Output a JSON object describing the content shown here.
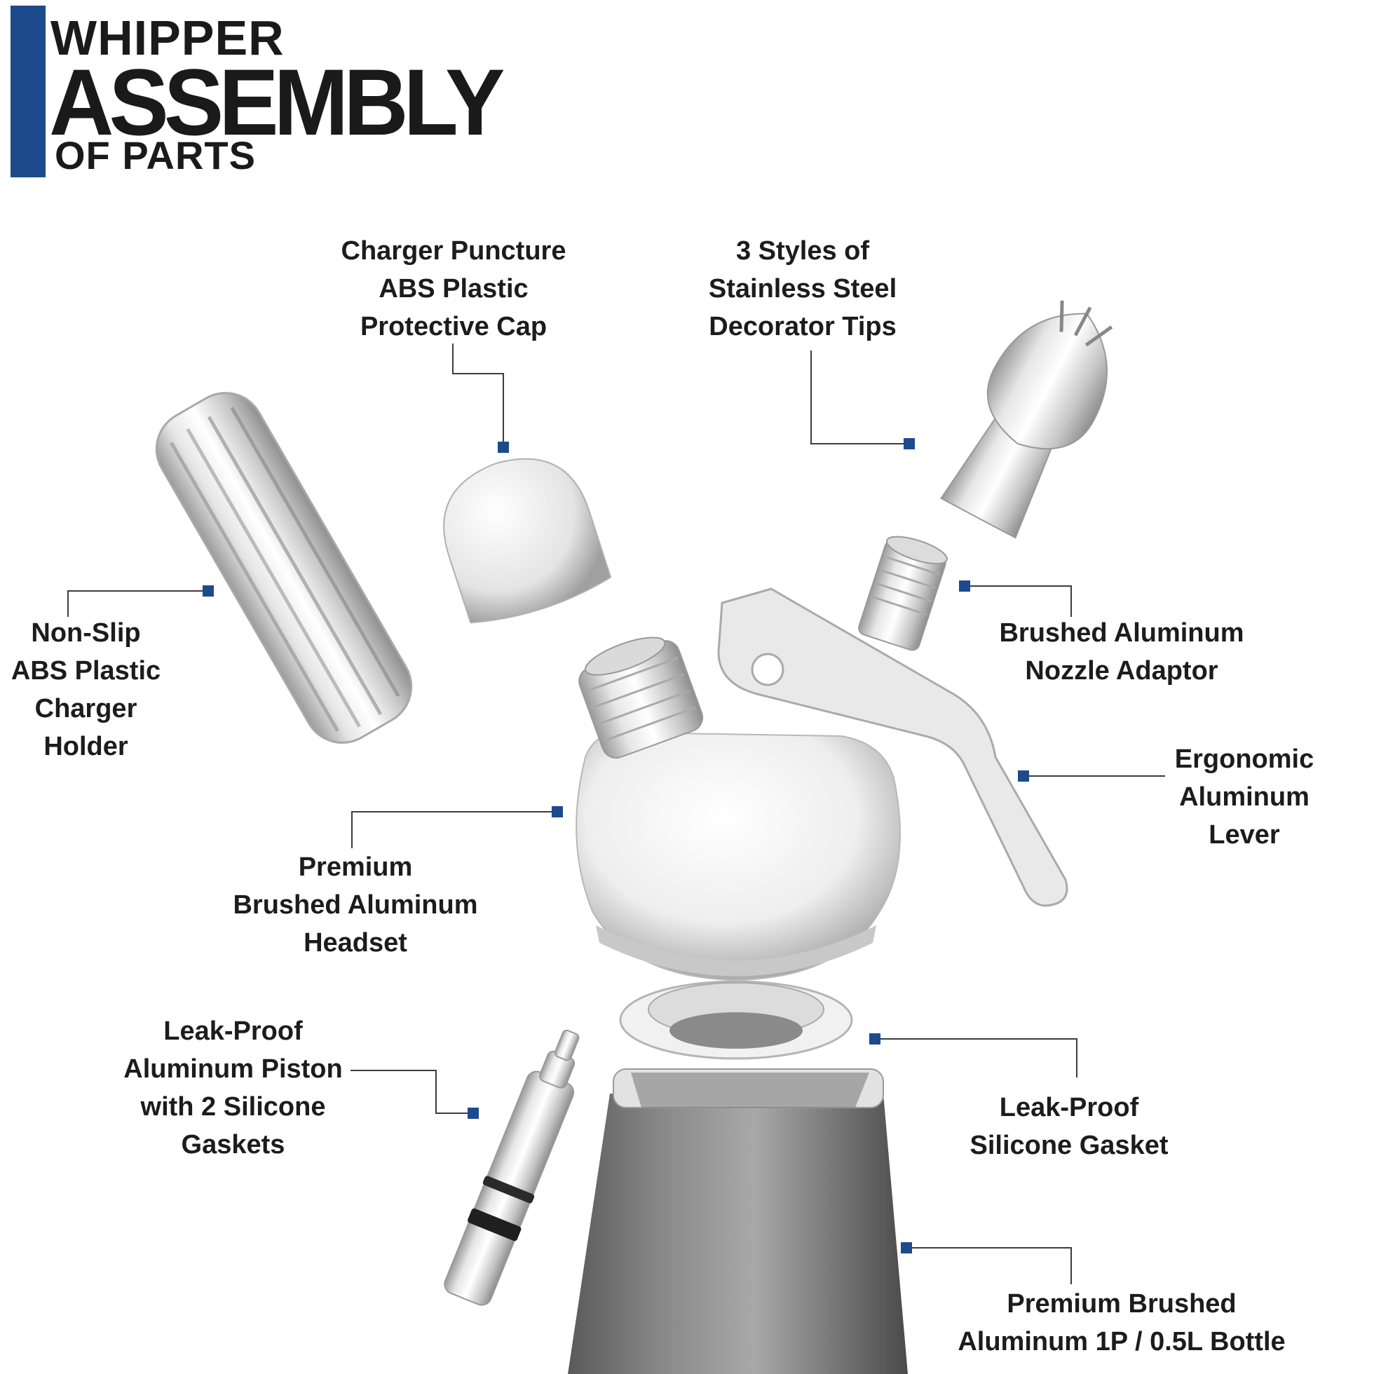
{
  "header": {
    "line1": "WHIPPER",
    "line2": "ASSEMBLY",
    "line3": "OF PARTS",
    "accent_color": "#1d4a8c"
  },
  "labels": {
    "cap": [
      "Charger Puncture",
      "ABS Plastic",
      "Protective Cap"
    ],
    "tips": [
      "3 Styles of",
      "Stainless Steel",
      "Decorator Tips"
    ],
    "holder": [
      "Non-Slip",
      "ABS Plastic",
      "Charger",
      "Holder"
    ],
    "nozzle": [
      "Brushed Aluminum",
      "Nozzle Adaptor"
    ],
    "lever": [
      "Ergonomic",
      "Aluminum",
      "Lever"
    ],
    "headset": [
      "Premium",
      "Brushed Aluminum",
      "Headset"
    ],
    "piston": [
      "Leak-Proof",
      "Aluminum Piston",
      "with 2 Silicone",
      "Gaskets"
    ],
    "gasket": [
      "Leak-Proof",
      "Silicone Gasket"
    ],
    "bottle": [
      "Premium Brushed",
      "Aluminum 1P / 0.5L Bottle"
    ]
  }
}
